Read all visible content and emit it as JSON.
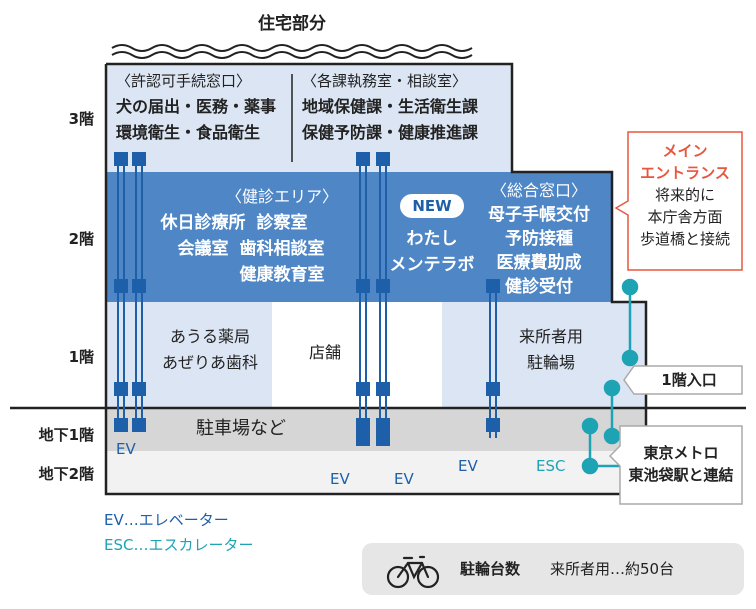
{
  "top_label": "住宅部分",
  "floors": {
    "f3": "3階",
    "f2": "2階",
    "f1": "1階",
    "b1": "地下1階",
    "b2": "地下2階"
  },
  "floor3": {
    "left": {
      "heading": "〈許認可手続窓口〉",
      "line1": "犬の届出・医務・薬事",
      "line2": "環境衛生・食品衛生"
    },
    "right": {
      "heading": "〈各課執務室・相談室〉",
      "line1": "地域保健課・生活衛生課",
      "line2": "保健予防課・健康推進課"
    }
  },
  "floor2": {
    "clinic": {
      "line1": "休日診療所",
      "line2": "会議室"
    },
    "checkup": {
      "heading": "〈健診エリア〉",
      "line1": "診察室",
      "line2": "歯科相談室",
      "line3": "健康教育室"
    },
    "new_badge": "NEW",
    "mental": {
      "line1": "わたし",
      "line2": "メンテラボ"
    },
    "general": {
      "heading": "〈総合窓口〉",
      "line1": "母子手帳交付",
      "line2": "予防接種",
      "line3": "医療費助成",
      "line4": "健診受付"
    }
  },
  "floor1": {
    "pharmacy": {
      "line1": "あうる薬局",
      "line2": "あぜりあ歯科"
    },
    "shop": "店舗",
    "bicycle": {
      "line1": "来所者用",
      "line2": "駐輪場"
    }
  },
  "basement1": {
    "parking": "駐車場など"
  },
  "ev_labels": [
    "EV",
    "EV",
    "EV",
    "EV"
  ],
  "esc_label": "ESC",
  "callouts": {
    "main_entrance": {
      "title1": "メイン",
      "title2": "エントランス",
      "line1": "将来的に",
      "line2": "本庁舎方面",
      "line3": "歩道橋と接続"
    },
    "first_floor_entrance": "1階入口",
    "metro": {
      "line1": "東京メトロ",
      "line2": "東池袋駅と連結"
    }
  },
  "legend": {
    "ev": "EV…エレベーター",
    "esc": "ESC…エスカレーター"
  },
  "parking_info": {
    "icon": "bicycle-icon",
    "label": "駐輪台数",
    "value": "来所者用…約50台"
  },
  "colors": {
    "floor2_blue": "#4f86c6",
    "light_blue": "#dbe5f3",
    "elevator_blue": "#1d5fa8",
    "escalator_teal": "#1ea3b5",
    "entrance_red": "#e8563d",
    "basement_gray": "#d6d6d6",
    "outline": "#222222"
  }
}
